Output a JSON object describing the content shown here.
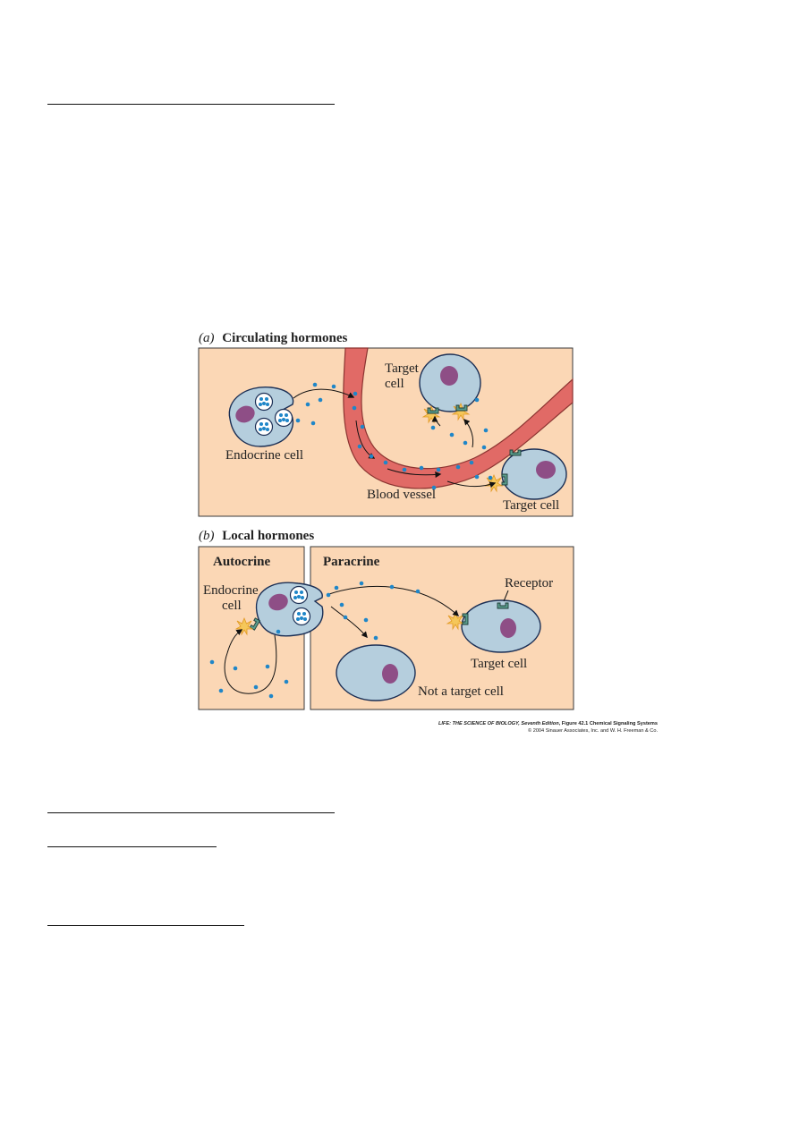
{
  "panel_a": {
    "letter": "(a)",
    "title": "Circulating hormones",
    "endocrine_cell": "Endocrine cell",
    "target_cell_top_line1": "Target",
    "target_cell_top_line2": "cell",
    "target_cell_right": "Target cell",
    "blood_vessel": "Blood vessel"
  },
  "panel_b": {
    "letter": "(b)",
    "title": "Local hormones",
    "autocrine": "Autocrine",
    "paracrine": "Paracrine",
    "endocrine_line1": "Endocrine",
    "endocrine_line2": "cell",
    "receptor": "Receptor",
    "target_cell": "Target cell",
    "not_target_cell": "Not a target cell"
  },
  "credit": {
    "book": "LIFE: THE SCIENCE OF BIOLOGY, Seventh Edition",
    "figure": ", Figure 42.1 Chemical Signaling Systems",
    "copyright": "© 2004 Sinauer Associates, Inc. and W. H. Freeman & Co."
  },
  "colors": {
    "panel_fill": "#fbd7b5",
    "cell_fill": "#b5cedd",
    "nucleus_fill": "#8e4e86",
    "vessel_fill": "#e16a66",
    "hormone_dot": "#1f86c8",
    "receptor_fill": "#5a9c8c",
    "burst": "#f0b43a"
  }
}
